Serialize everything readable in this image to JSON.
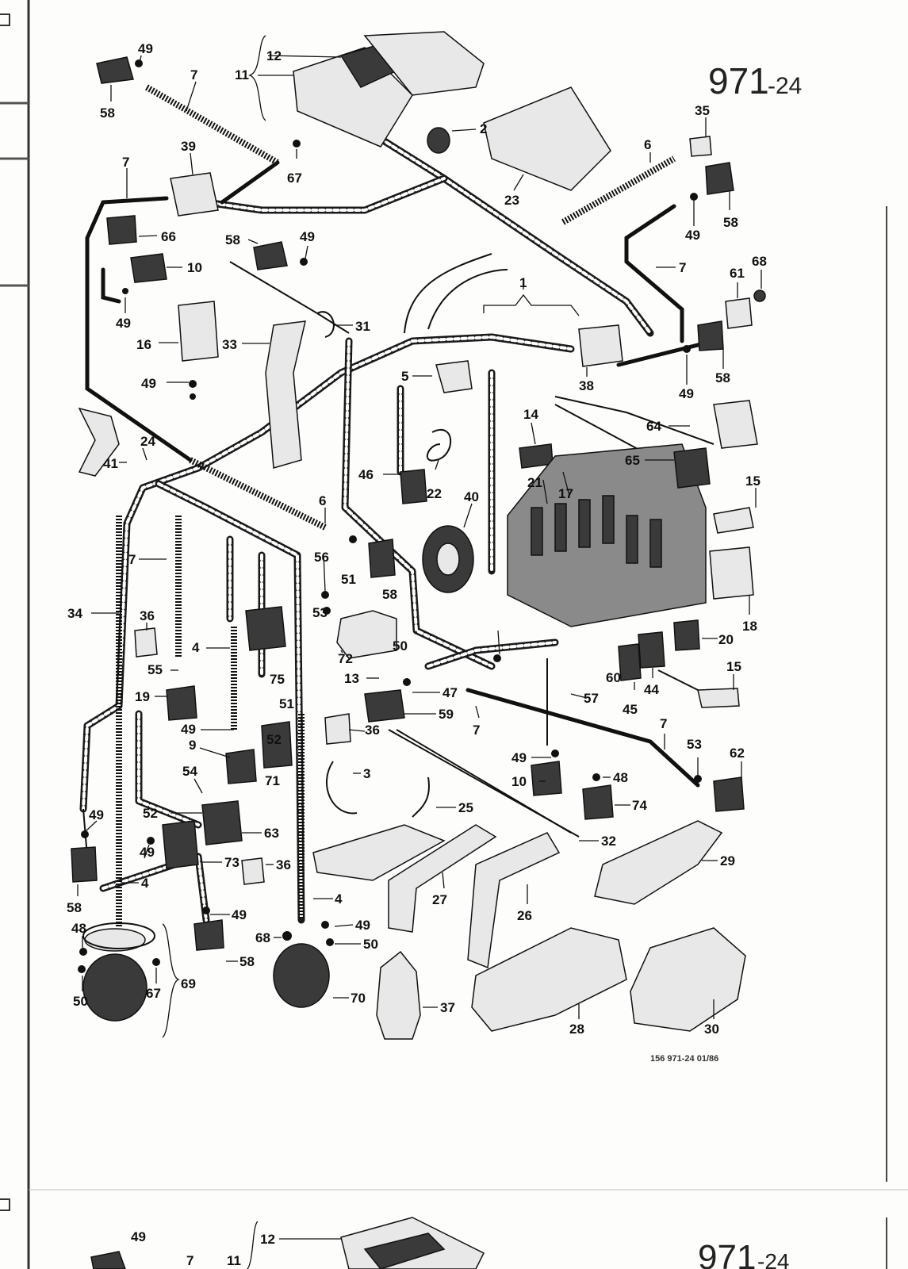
{
  "page": {
    "header": "971",
    "header_suffix": "-24",
    "footer_code": "156   971-24   01/86",
    "next_header": "971",
    "next_header_suffix": "-24",
    "next_labels": [
      "49",
      "7",
      "11",
      "12"
    ]
  },
  "labels": {
    "p1": "1",
    "p2": "2",
    "p3": "3",
    "p4a": "4",
    "p4b": "4",
    "p4c": "4",
    "p5": "5",
    "p6a": "6",
    "p6b": "6",
    "p7a": "7",
    "p7b": "7",
    "p7c": "7",
    "p7d": "7",
    "p7e": "7",
    "p7f": "7",
    "p9": "9",
    "p10a": "10",
    "p10b": "10",
    "p11": "11",
    "p12": "12",
    "p13": "13",
    "p14": "14",
    "p15a": "15",
    "p15b": "15",
    "p16": "16",
    "p17": "17",
    "p18": "18",
    "p19": "19",
    "p20": "20",
    "p21": "21",
    "p22": "22",
    "p23": "23",
    "p24": "24",
    "p25": "25",
    "p26": "26",
    "p27": "27",
    "p28": "28",
    "p29": "29",
    "p30": "30",
    "p31": "31",
    "p32": "32",
    "p33": "33",
    "p34": "34",
    "p35": "35",
    "p36a": "36",
    "p36b": "36",
    "p36c": "36",
    "p37": "37",
    "p38": "38",
    "p39": "39",
    "p40": "40",
    "p41": "41",
    "p44": "44",
    "p45": "45",
    "p46": "46",
    "p47": "47",
    "p48a": "48",
    "p48b": "48",
    "p49a": "49",
    "p49b": "49",
    "p49c": "49",
    "p49d": "49",
    "p49e": "49",
    "p49f": "49",
    "p49g": "49",
    "p49h": "49",
    "p49i": "49",
    "p49j": "49",
    "p49k": "49",
    "p50a": "50",
    "p50b": "50",
    "p50c": "50",
    "p51a": "51",
    "p51b": "51",
    "p52": "52",
    "p53a": "53",
    "p53b": "53",
    "p54": "54",
    "p55": "55",
    "p56": "56",
    "p57": "57",
    "p58a": "58",
    "p58b": "58",
    "p58c": "58",
    "p58d": "58",
    "p58e": "58",
    "p58f": "58",
    "p58g": "58",
    "p59": "59",
    "p60": "60",
    "p61": "61",
    "p62": "62",
    "p63": "63",
    "p64": "64",
    "p65": "65",
    "p66": "66",
    "p67a": "67",
    "p67b": "67",
    "p68a": "68",
    "p68b": "68",
    "p69": "69",
    "p70": "70",
    "p71": "71",
    "p72": "72",
    "p73": "73",
    "p74": "74",
    "p75": "75"
  }
}
